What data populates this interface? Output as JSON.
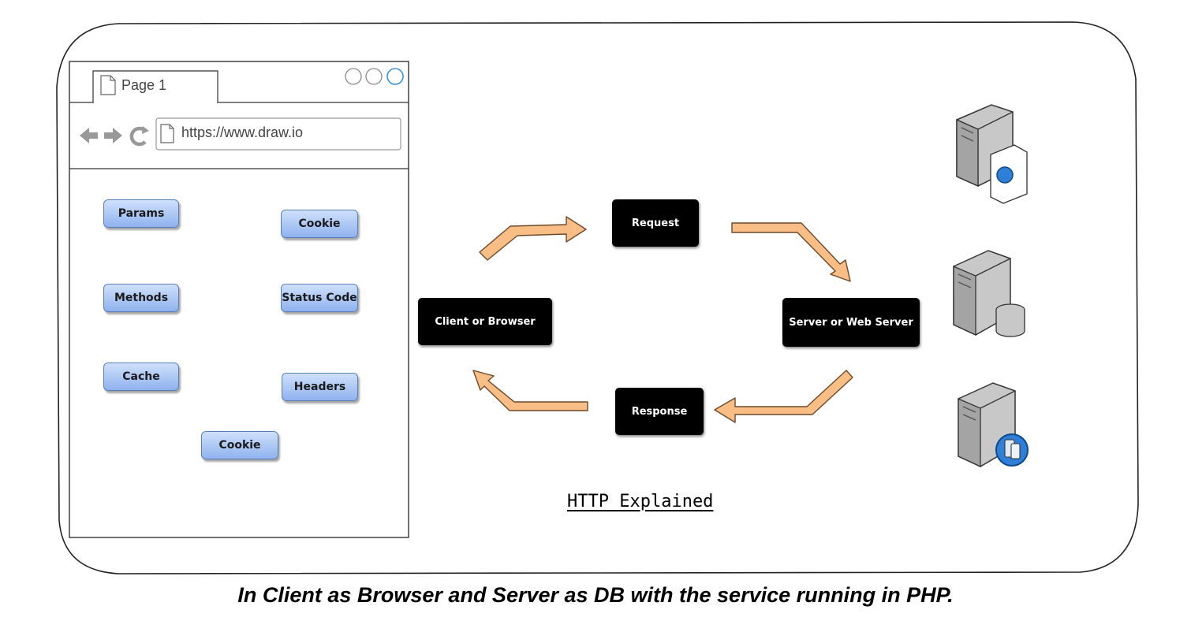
{
  "browser": {
    "tab_label": "Page 1",
    "url": "https://www.draw.io",
    "icons": [
      "back-arrow-icon",
      "forward-arrow-icon",
      "reload-icon",
      "page-icon",
      "window-controls-icon"
    ]
  },
  "chips": {
    "params": "Params",
    "cookie_top": "Cookie",
    "methods": "Methods",
    "status_code": "Status Code",
    "cache": "Cache",
    "headers": "Headers",
    "cookie_bottom": "Cookie"
  },
  "flow": {
    "request": "Request",
    "client": "Client  or Browser",
    "server": "Server or Web Server",
    "response": "Response"
  },
  "title": "HTTP Explained",
  "caption": "In Client as Browser and Server as DB with the service running in PHP.",
  "colors": {
    "arrow_fill": "#f9be86",
    "chip_fill": "#9dbcf0",
    "node_fill": "#000000"
  },
  "server_icons": [
    "web-server-icon",
    "database-server-icon",
    "app-server-icon"
  ]
}
